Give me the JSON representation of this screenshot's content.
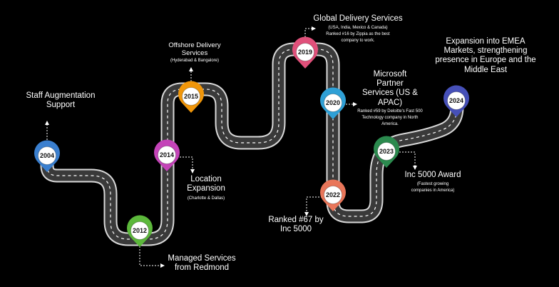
{
  "theme": {
    "background": "#000000",
    "road": "#3a3a3a",
    "road_edge": "#d9d9d9",
    "center_line": "#ffffff"
  },
  "milestones": [
    {
      "year": "2004",
      "title": "Staff Augmentation Support",
      "subtitle": "",
      "color": "#3a7fcf"
    },
    {
      "year": "2012",
      "title": "Managed Services from Redmond",
      "subtitle": "",
      "color": "#5cb83b"
    },
    {
      "year": "2014",
      "title": "Location Expansion",
      "subtitle": "(Charlotte & Dallas)",
      "color": "#c443b8"
    },
    {
      "year": "2015",
      "title": "Offshore Delivery Services",
      "subtitle": "(Hyderabad & Bangalore)",
      "color": "#f0960a"
    },
    {
      "year": "2019",
      "title": "Global Delivery Services",
      "subtitle": "(USA, India, Mexico & Canada) Ranked #16 by Zippia as the best company to work.",
      "color": "#e0507a"
    },
    {
      "year": "2020",
      "title": "Microsoft Partner Services (US & APAC)",
      "subtitle": "Ranked #59 by Deloitte's Fast 500 Technology company in North America.",
      "color": "#2fa0d6"
    },
    {
      "year": "2022",
      "title": "Ranked #67 by Inc 5000",
      "subtitle": "",
      "color": "#e9765a"
    },
    {
      "year": "2023",
      "title": "Inc 5000 Award",
      "subtitle": "(Fastest growing companies in America)",
      "color": "#2b8a4e"
    },
    {
      "year": "2024",
      "title": "Expansion into EMEA Markets, strengthening presence in Europe and the Middle East",
      "subtitle": "",
      "color": "#4650b8"
    }
  ]
}
